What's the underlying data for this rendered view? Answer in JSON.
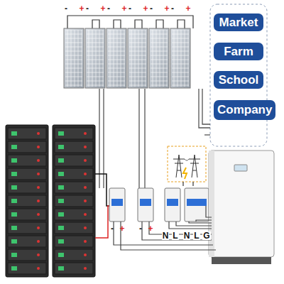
{
  "diagram": {
    "nodes": [
      {
        "text": [
          "Market"
        ]
      },
      {
        "text": [
          "Farm"
        ]
      },
      {
        "text": [
          "School"
        ]
      },
      {
        "text": [
          "Company"
        ]
      }
    ],
    "labels": [
      "-",
      "+",
      "-",
      "+",
      "-",
      "+",
      "-",
      "+",
      "-",
      "+",
      "-",
      "+",
      "-",
      "+",
      "-",
      "+",
      "N",
      "L",
      "N",
      "L",
      "G"
    ]
  }
}
